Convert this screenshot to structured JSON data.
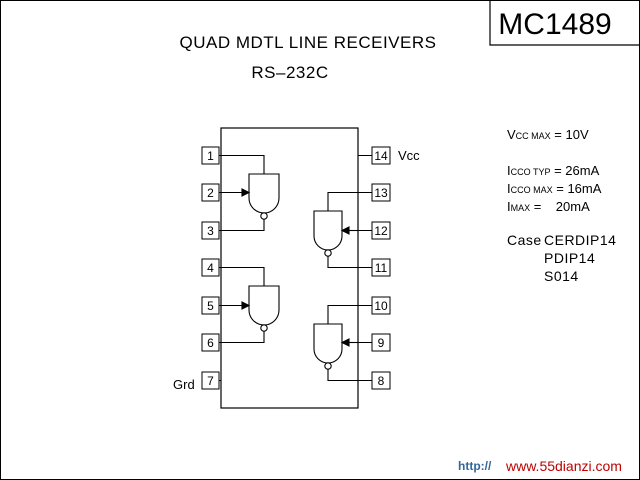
{
  "title": {
    "line1": "QUAD MDTL LINE RECEIVERS",
    "line2": "RS–232C"
  },
  "part_number": "MC1489",
  "pins": {
    "left": [
      "1",
      "2",
      "3",
      "4",
      "5",
      "6",
      "7"
    ],
    "right": [
      "14",
      "13",
      "12",
      "11",
      "10",
      "9",
      "8"
    ]
  },
  "pin_labels": {
    "vcc": "Vcc",
    "gnd": "Grd"
  },
  "specs": [
    {
      "sym": "V",
      "sub": "CC MAX",
      "rest": " = 10V"
    },
    {
      "sym": "I",
      "sub": "CCO TYP",
      "rest": " = 26mA"
    },
    {
      "sym": "I",
      "sub": "CCO MAX",
      "rest": " = 16mA"
    },
    {
      "sym": "I",
      "sub": "MAX",
      "rest": " =    20mA"
    }
  ],
  "case": {
    "label": "Case",
    "packages": [
      "CERDIP14",
      "PDIP14",
      "S014"
    ]
  },
  "watermark": {
    "prefix": "http://",
    "site": "www.55dianzi.com"
  }
}
